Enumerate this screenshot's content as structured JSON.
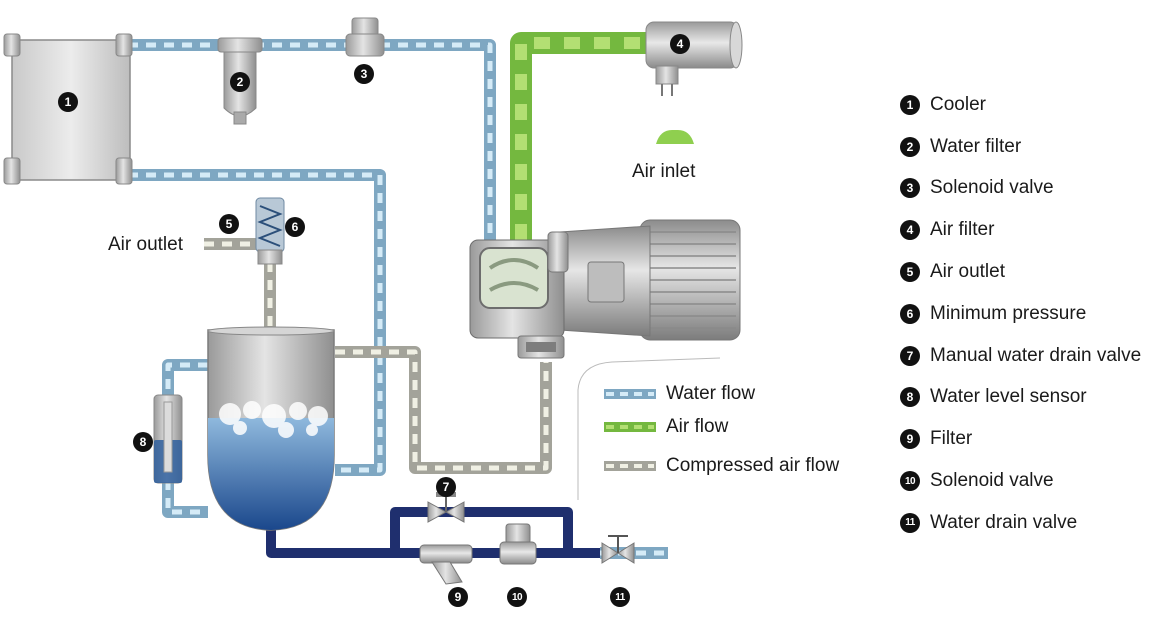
{
  "legend": {
    "items": [
      {
        "num": "1",
        "label": "Cooler"
      },
      {
        "num": "2",
        "label": "Water filter"
      },
      {
        "num": "3",
        "label": "Solenoid valve"
      },
      {
        "num": "4",
        "label": "Air filter"
      },
      {
        "num": "5",
        "label": "Air outlet"
      },
      {
        "num": "6",
        "label": "Minimum pressure"
      },
      {
        "num": "7",
        "label": "Manual water drain valve"
      },
      {
        "num": "8",
        "label": "Water level sensor"
      },
      {
        "num": "9",
        "label": "Filter"
      },
      {
        "num": "10",
        "label": "Solenoid valve"
      },
      {
        "num": "11",
        "label": "Water drain valve"
      }
    ]
  },
  "flow_key": {
    "water": "Water flow",
    "air": "Air flow",
    "compressed": "Compressed air flow"
  },
  "labels": {
    "air_inlet": "Air inlet",
    "air_outlet": "Air outlet"
  },
  "callouts": {
    "c1": "1",
    "c2": "2",
    "c3": "3",
    "c4": "4",
    "c5": "5",
    "c6": "6",
    "c7": "7",
    "c8": "8",
    "c9": "9",
    "c10": "10",
    "c11": "11"
  },
  "colors": {
    "water_pipe": "#8fb4cc",
    "water_stripe": "#cfe6f4",
    "air_pipe": "#7fc24a",
    "air_stripe": "#b6e07e",
    "compressed_pipe": "#a9a9a0",
    "compressed_stripe": "#eeeee2",
    "drain_pipe": "#1f2f6e",
    "equipment": "#b8b8b8"
  }
}
